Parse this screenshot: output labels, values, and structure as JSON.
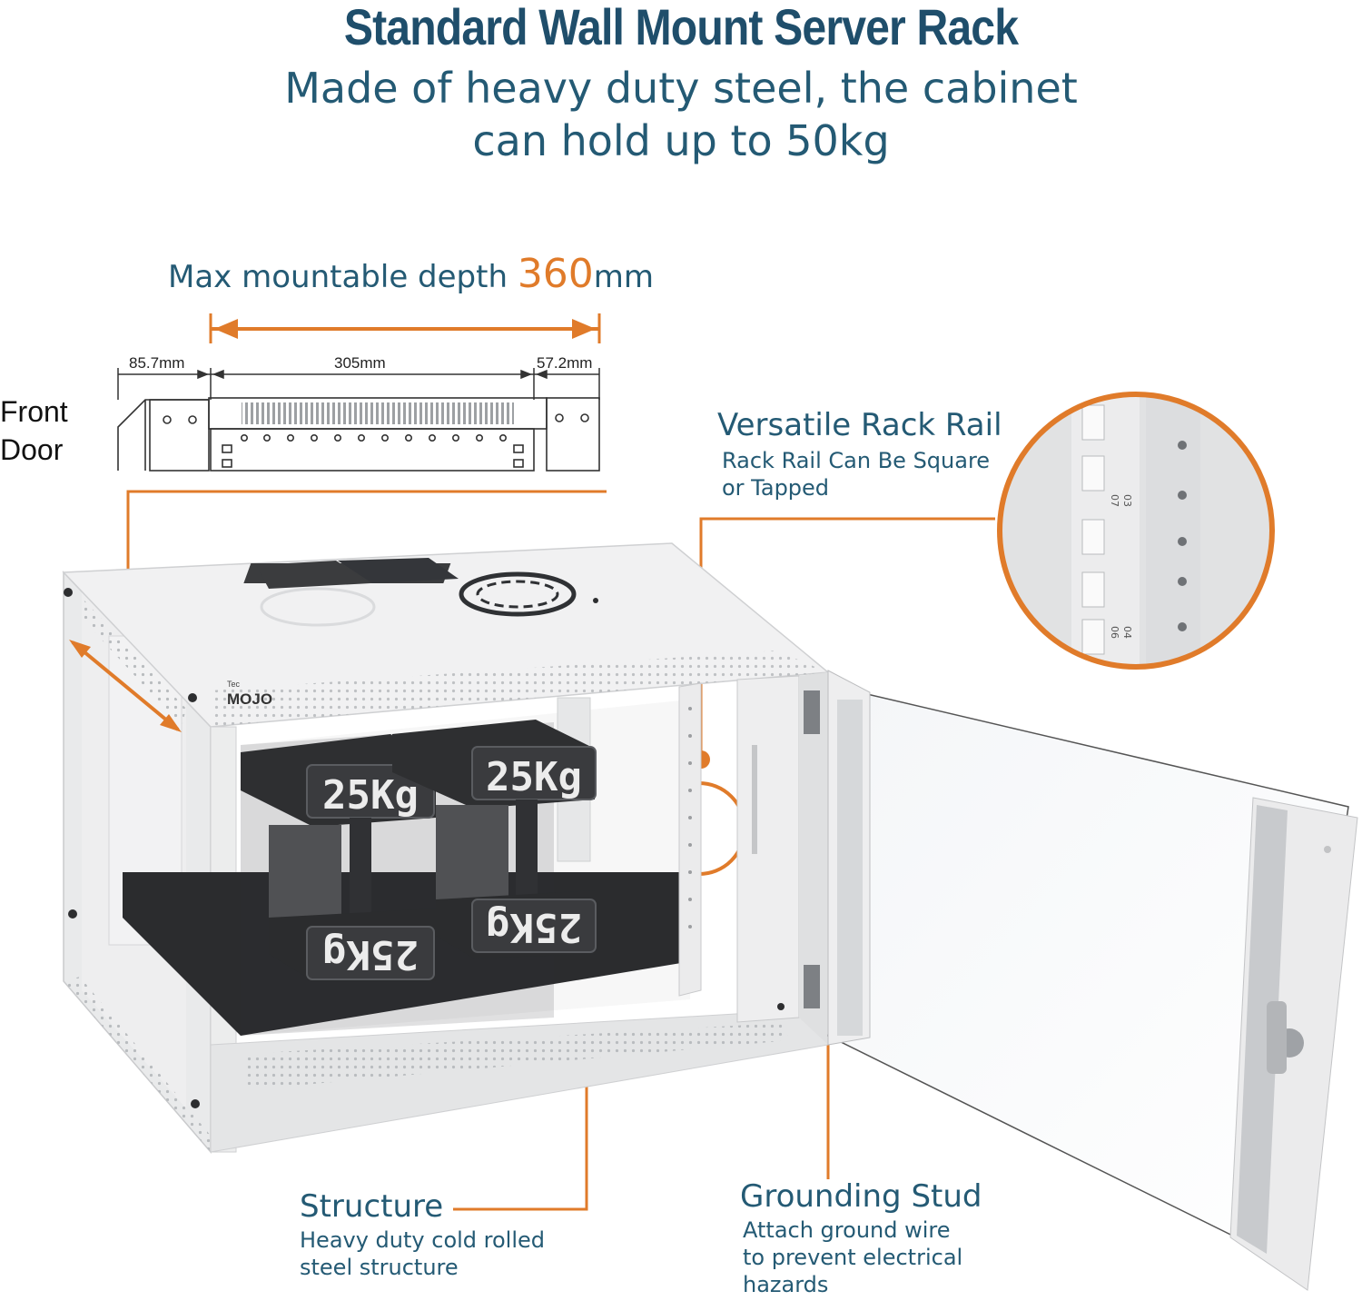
{
  "header": {
    "title": "Standard Wall Mount Server Rack",
    "subtitle_line1": "Made of heavy duty steel, the cabinet",
    "subtitle_line2": "can hold up to 50kg"
  },
  "depth": {
    "prefix": "Max mountable depth ",
    "value": "360",
    "unit": "mm",
    "dim_front": "85.7mm",
    "dim_middle": "305mm",
    "dim_rear": "57.2mm"
  },
  "front_door": {
    "line1": "Front",
    "line2": "Door"
  },
  "callouts": {
    "rail": {
      "title": "Versatile Rack Rail",
      "desc_line1": "Rack Rail Can Be Square",
      "desc_line2": "or Tapped"
    },
    "structure": {
      "title": "Structure",
      "desc_line1": "Heavy duty cold rolled",
      "desc_line2": "steel structure"
    },
    "grounding": {
      "title": "Grounding Stud",
      "desc_line1": "Attach ground wire",
      "desc_line2": "to prevent electrical",
      "desc_line3": "hazards"
    }
  },
  "product": {
    "brand": "MOJO",
    "brand_small": "Tec",
    "weight_label": "25Kg",
    "rail_numbers": [
      "07",
      "03",
      "06",
      "04"
    ]
  },
  "colors": {
    "accent": "#e07b2a",
    "heading": "#1f4e6b",
    "text": "#245a74"
  },
  "icons": {
    "dimension_arrow": "double-arrow-icon",
    "zoom_circle": "magnify-circle-icon"
  }
}
